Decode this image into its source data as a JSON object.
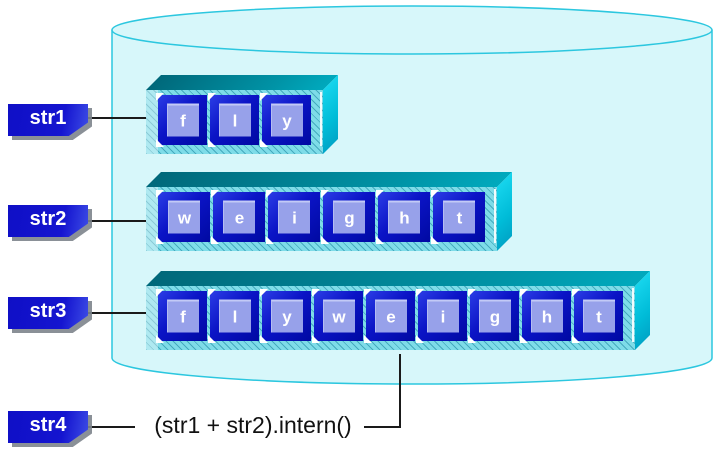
{
  "pool": {
    "rows": [
      {
        "letters": [
          "f",
          "l",
          "y"
        ]
      },
      {
        "letters": [
          "w",
          "e",
          "i",
          "g",
          "h",
          "t"
        ]
      },
      {
        "letters": [
          "f",
          "l",
          "y",
          "w",
          "e",
          "i",
          "g",
          "h",
          "t"
        ]
      }
    ]
  },
  "labels": [
    {
      "text": "str1"
    },
    {
      "text": "str2"
    },
    {
      "text": "str3"
    },
    {
      "text": "str4"
    }
  ],
  "expression": {
    "text": "(str1 + str2).intern()"
  },
  "colors": {
    "cylinder_fill": "#d7f7fa",
    "cylinder_outline": "#2cc7df",
    "label_blue": "#1414cc",
    "tile_blue": "#0b14c6",
    "tile_face": "#97a1ea",
    "tray_top": "#00808f",
    "tray_side": "#00c4dc",
    "tray_hatch": "#7edce8",
    "connector": "#1a1a1a"
  }
}
